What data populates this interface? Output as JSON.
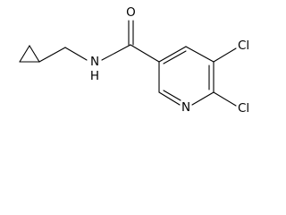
{
  "molecule": {
    "atoms": {
      "oxygen": "O",
      "amide_nitrogen": "N",
      "amide_hydrogen": "H",
      "pyridine_nitrogen": "N",
      "chlorine_top": "Cl",
      "chlorine_bottom": "Cl"
    },
    "colors": {
      "bond": "#000000",
      "label": "#000000",
      "background": "#ffffff"
    }
  }
}
